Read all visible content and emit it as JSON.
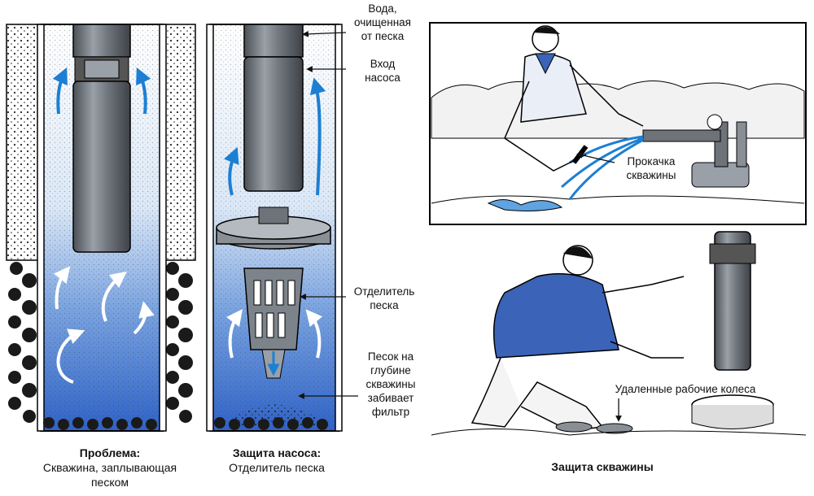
{
  "labels": {
    "clean_water": "Вода,\nочищенная\nот песка",
    "pump_inlet": "Вход\nнасоса",
    "sand_separator": "Отделитель\nпеска",
    "sand_bottom": "Песок на\nглубине\nскважины\nзабивает\nфильтр",
    "flushing": "Прокачка\nскважины",
    "removed_impellers": "Удаленные рабочие колеса"
  },
  "captions": {
    "problem_title": "Проблема:",
    "problem_text": "Скважина, заплывающая\nпеском",
    "protection_title": "Защита насоса:",
    "protection_text": "Отделитель песка",
    "well_protection": "Защита скважины"
  },
  "colors": {
    "water_light": "#dbe8f7",
    "water_mid": "#8fb4e6",
    "water_deep": "#2f63c7",
    "pump_gray": "#8a8f96",
    "pump_dark": "#4b5057",
    "arrow_blue": "#1d7fd3",
    "shirt_blue": "#3b63b7"
  }
}
